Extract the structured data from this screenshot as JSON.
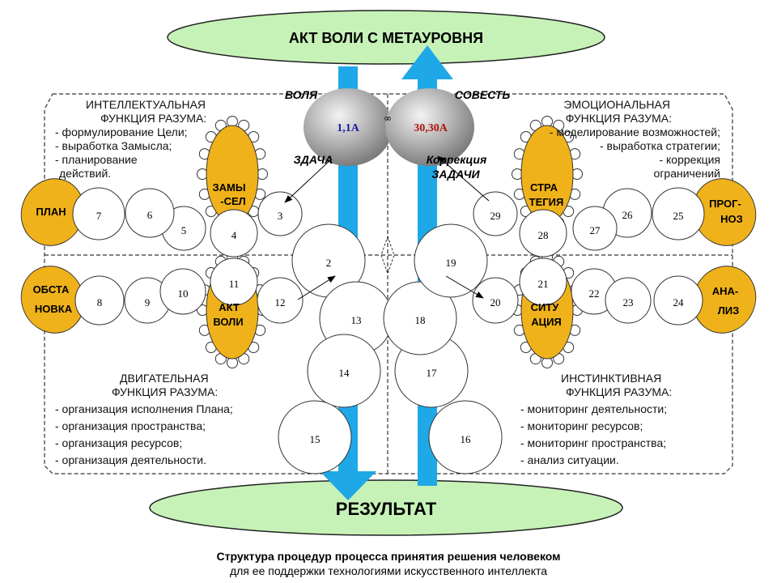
{
  "header": {
    "title": "АКТ ВОЛИ С МЕТАУРОВНЯ"
  },
  "footer": {
    "result": "РЕЗУЛЬТАТ"
  },
  "caption": {
    "line1": "Структура процедур процесса принятия решения человеком",
    "line2": "для ее поддержки технологиями искусственного интеллекта"
  },
  "center": {
    "volya": "ВОЛЯ",
    "sovest": "СОВЕСТЬ",
    "left_sphere": "1,1А",
    "right_sphere": "30,30А",
    "infinity": "∞",
    "zadacha": "ЗДАЧА",
    "korrekciya_1": "Коррекция",
    "korrekciya_2": "ЗАДАЧИ"
  },
  "quadrants": {
    "intellectual": {
      "title_1": "ИНТЕЛЛЕКТУАЛЬНАЯ",
      "title_2": "ФУНКЦИЯ РАЗУМА:",
      "items": [
        "- формулирование Цели;",
        "- выработка Замысла;",
        "- планирование",
        "действий."
      ]
    },
    "emotional": {
      "title_1": "ЭМОЦИОНАЛЬНАЯ",
      "title_2": "ФУНКЦИЯ РАЗУМА:",
      "items": [
        "- моделирование возможностей;",
        "- выработка стратегии;",
        "- коррекция",
        "ограничений"
      ]
    },
    "motor": {
      "title_1": "ДВИГАТЕЛЬНАЯ",
      "title_2": "ФУНКЦИЯ РАЗУМА:",
      "items": [
        "- организация исполнения Плана;",
        "- организация пространства;",
        "- организация ресурсов;",
        "- организация деятельности."
      ]
    },
    "instinctive": {
      "title_1": "ИНСТИНКТИВНАЯ",
      "title_2": "ФУНКЦИЯ РАЗУМА:",
      "items": [
        "- мониторинг деятельности;",
        "- мониторинг ресурсов;",
        "- мониторинг пространства;",
        "- анализ ситуации."
      ]
    }
  },
  "side_ovals": {
    "plan": [
      "ПЛАН"
    ],
    "obstanovka": [
      "ОБСТА",
      "НОВКА"
    ],
    "prognoz": [
      "ПРОГ-",
      "НОЗ"
    ],
    "analiz": [
      "АНА-",
      "ЛИЗ"
    ]
  },
  "hubs": {
    "zamysel": [
      "ЗАМЫ",
      "-СЕЛ"
    ],
    "strategiya": [
      "СТРА",
      "ТЕГИЯ"
    ],
    "akt_voli": [
      "АКТ",
      "ВОЛИ"
    ],
    "situaciya": [
      "СИТУ",
      "АЦИЯ"
    ]
  },
  "nodes": [
    "2",
    "3",
    "4",
    "5",
    "6",
    "7",
    "8",
    "9",
    "10",
    "11",
    "12",
    "13",
    "14",
    "15",
    "16",
    "17",
    "18",
    "19",
    "20",
    "21",
    "22",
    "23",
    "24",
    "25",
    "26",
    "27",
    "28",
    "29"
  ],
  "colors": {
    "green_oval": "#c6f2b8",
    "blue_arrow": "#1fa8e8",
    "orange": "#f0b21a",
    "sphere": "#a6a6a6",
    "left_sphere_text": "#1a1aa0",
    "right_sphere_text": "#b01010"
  }
}
